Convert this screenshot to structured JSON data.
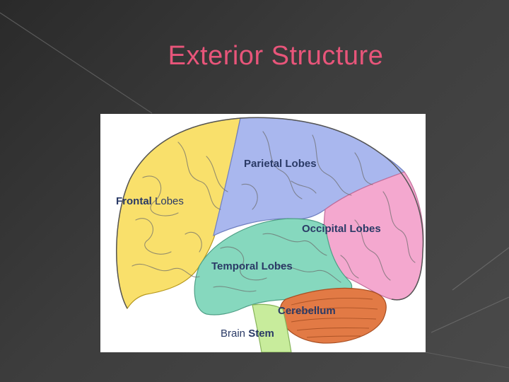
{
  "slide": {
    "title": "Exterior Structure"
  },
  "diagram": {
    "labels": {
      "frontal_bold": "Frontal",
      "frontal_rest": " Lobes",
      "parietal": "Parietal Lobes",
      "occipital": "Occipital Lobes",
      "temporal": "Temporal Lobes",
      "cerebellum": "Cerebellum",
      "brain_bold": "Brain",
      "stem_rest": " Stem"
    },
    "colors": {
      "frontal": "#f9e06b",
      "parietal": "#a9b7ee",
      "occipital": "#f4a8cf",
      "temporal": "#86d8be",
      "cerebellum": "#e27a45",
      "brain_stem": "#c8ec9c",
      "label_text": "#2a3a66",
      "title": "#e8557a"
    },
    "icons": [
      "brain-illustration"
    ]
  }
}
